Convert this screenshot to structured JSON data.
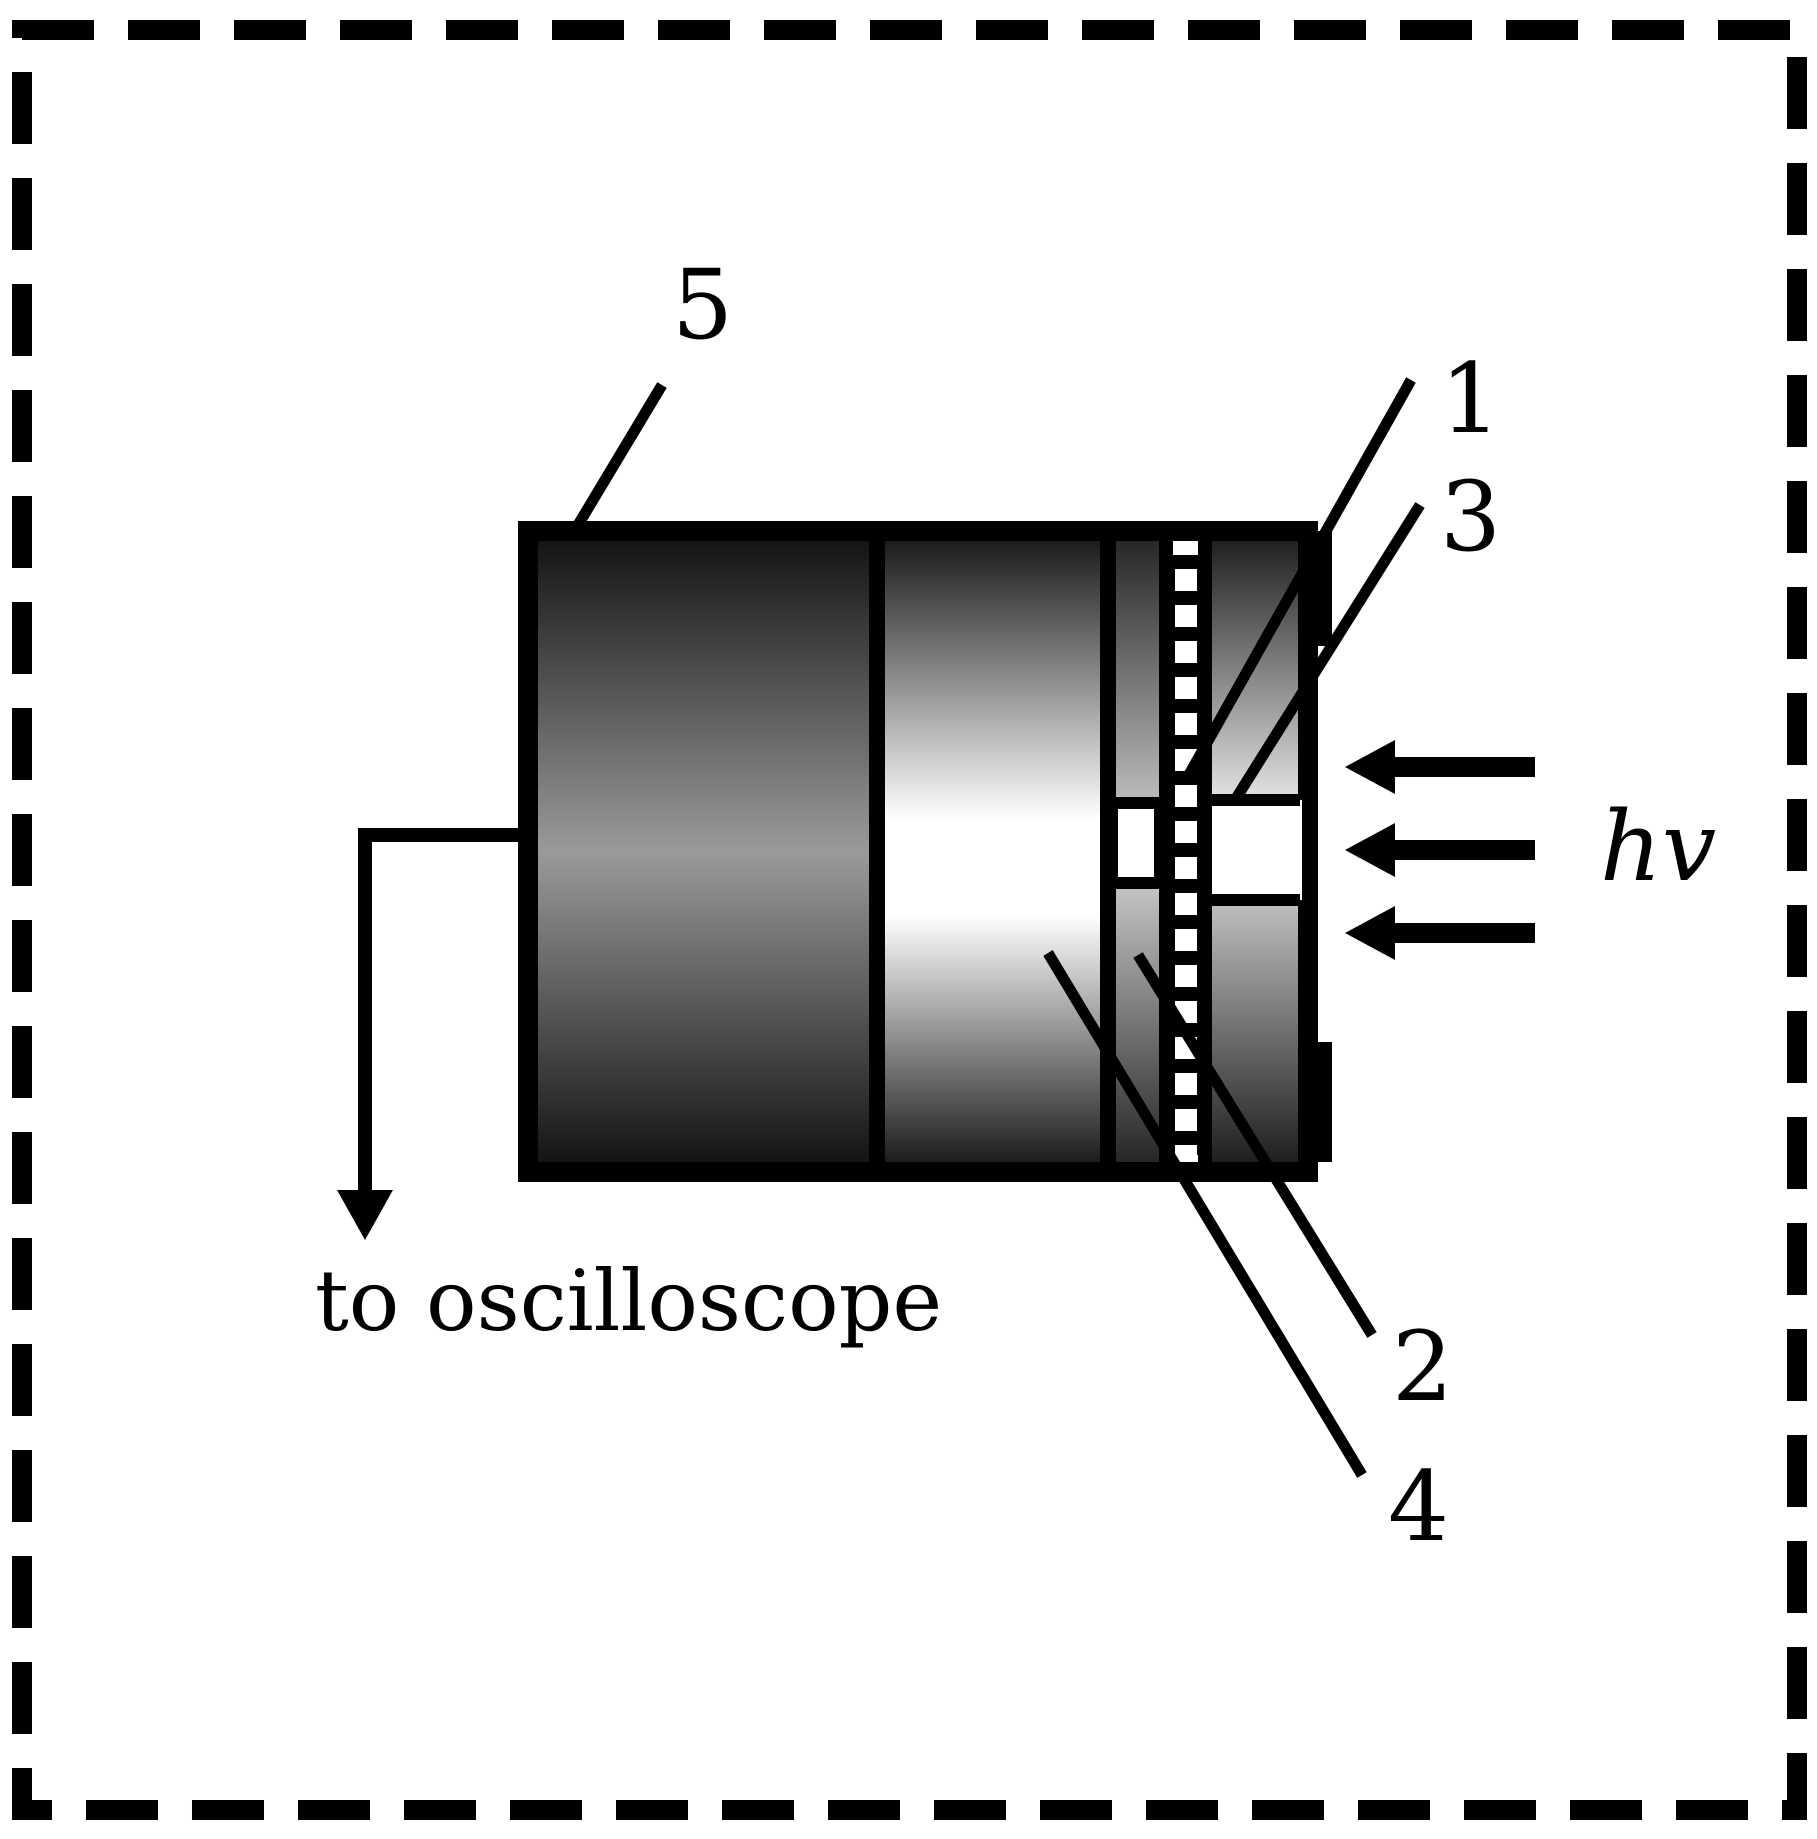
{
  "labels": {
    "part_1": "1",
    "part_2": "2",
    "part_3": "3",
    "part_4": "4",
    "part_5": "5",
    "output": "to oscilloscope",
    "light": "hv"
  },
  "colors": {
    "line": "#000000",
    "background": "#ffffff"
  }
}
